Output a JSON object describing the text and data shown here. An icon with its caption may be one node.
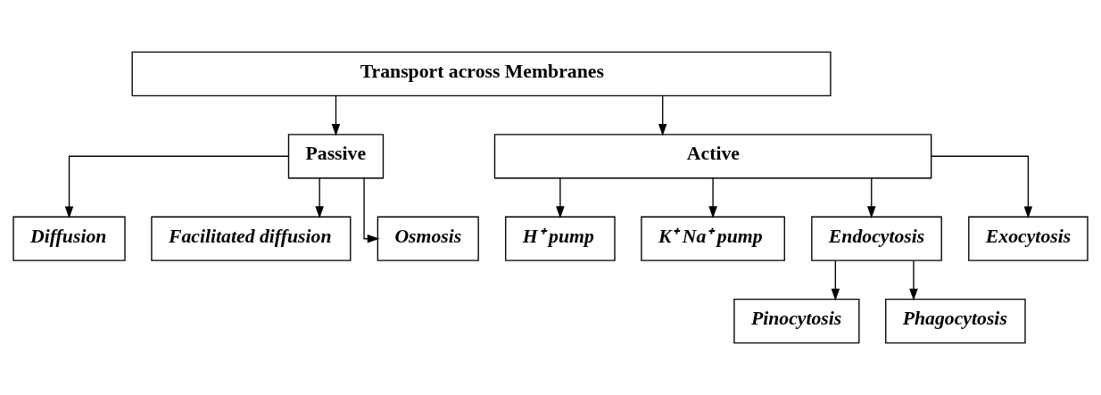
{
  "diagram": {
    "nodes": [
      {
        "text": [
          "Transport across Membranes"
        ]
      },
      {
        "text": [
          "Passive"
        ]
      },
      {
        "text": [
          "Diffusion"
        ]
      },
      {
        "text": [
          "Facilitated diffusion"
        ]
      },
      {
        "text": [
          "Osmosis"
        ]
      },
      {
        "text": [
          "Active"
        ]
      },
      {
        "text": [
          "H⁺ pump"
        ]
      },
      {
        "text": [
          "K⁺ Na⁺ pump"
        ]
      },
      {
        "text": [
          "Endocytosis"
        ]
      },
      {
        "text": [
          "Exocytosis"
        ]
      },
      {
        "text": [
          "Pinocytosis"
        ]
      },
      {
        "text": [
          "Phagocytosis"
        ]
      }
    ],
    "edges": [
      {
        "from": 0,
        "to": 1,
        "arrow": "to"
      },
      {
        "from": 0,
        "to": 5,
        "arrow": "to"
      },
      {
        "from": 1,
        "to": 2,
        "arrow": "to"
      },
      {
        "from": 1,
        "to": 3,
        "arrow": "to"
      },
      {
        "from": 1,
        "to": 4,
        "arrow": "to"
      },
      {
        "from": 5,
        "to": 6,
        "arrow": "to"
      },
      {
        "from": 5,
        "to": 7,
        "arrow": "to"
      },
      {
        "from": 5,
        "to": 8,
        "arrow": "to"
      },
      {
        "from": 5,
        "to": 9,
        "arrow": "to"
      },
      {
        "from": 8,
        "to": 10,
        "arrow": "to"
      },
      {
        "from": 8,
        "to": 11,
        "arrow": "to"
      }
    ]
  }
}
